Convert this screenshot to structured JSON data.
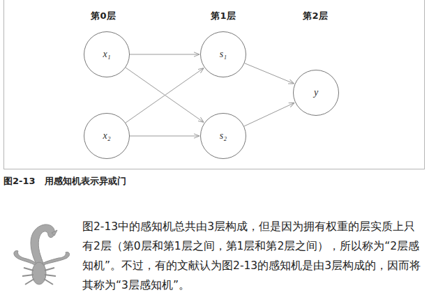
{
  "diagram": {
    "caption": "图2-13　用感知机表示异或门",
    "nodes": [
      {
        "text": [
          "x₁"
        ]
      },
      {
        "text": [
          "x₂"
        ]
      },
      {
        "text": [
          "s₁"
        ]
      },
      {
        "text": [
          "s₂"
        ]
      },
      {
        "text": [
          "y"
        ]
      }
    ],
    "edges": [
      {
        "from": 0,
        "to": 2,
        "arrow": "to"
      },
      {
        "from": 0,
        "to": 3,
        "arrow": "to"
      },
      {
        "from": 1,
        "to": 2,
        "arrow": "to"
      },
      {
        "from": 1,
        "to": 3,
        "arrow": "to"
      },
      {
        "from": 2,
        "to": 4,
        "arrow": "to"
      },
      {
        "from": 3,
        "to": 4,
        "arrow": "to"
      }
    ],
    "labels": [
      "第0层",
      "第1层",
      "第2层",
      "图2-13中的感知机总共由3层构成，但是因为拥有权重的层实质上只有2层（第0层和第1层之间，第1层和第2层之间），所以称为“2层感知机”。不过，有的文献认为图2-13的感知机是由3层构成的，因而将其称为“3层感知机”。"
    ]
  }
}
